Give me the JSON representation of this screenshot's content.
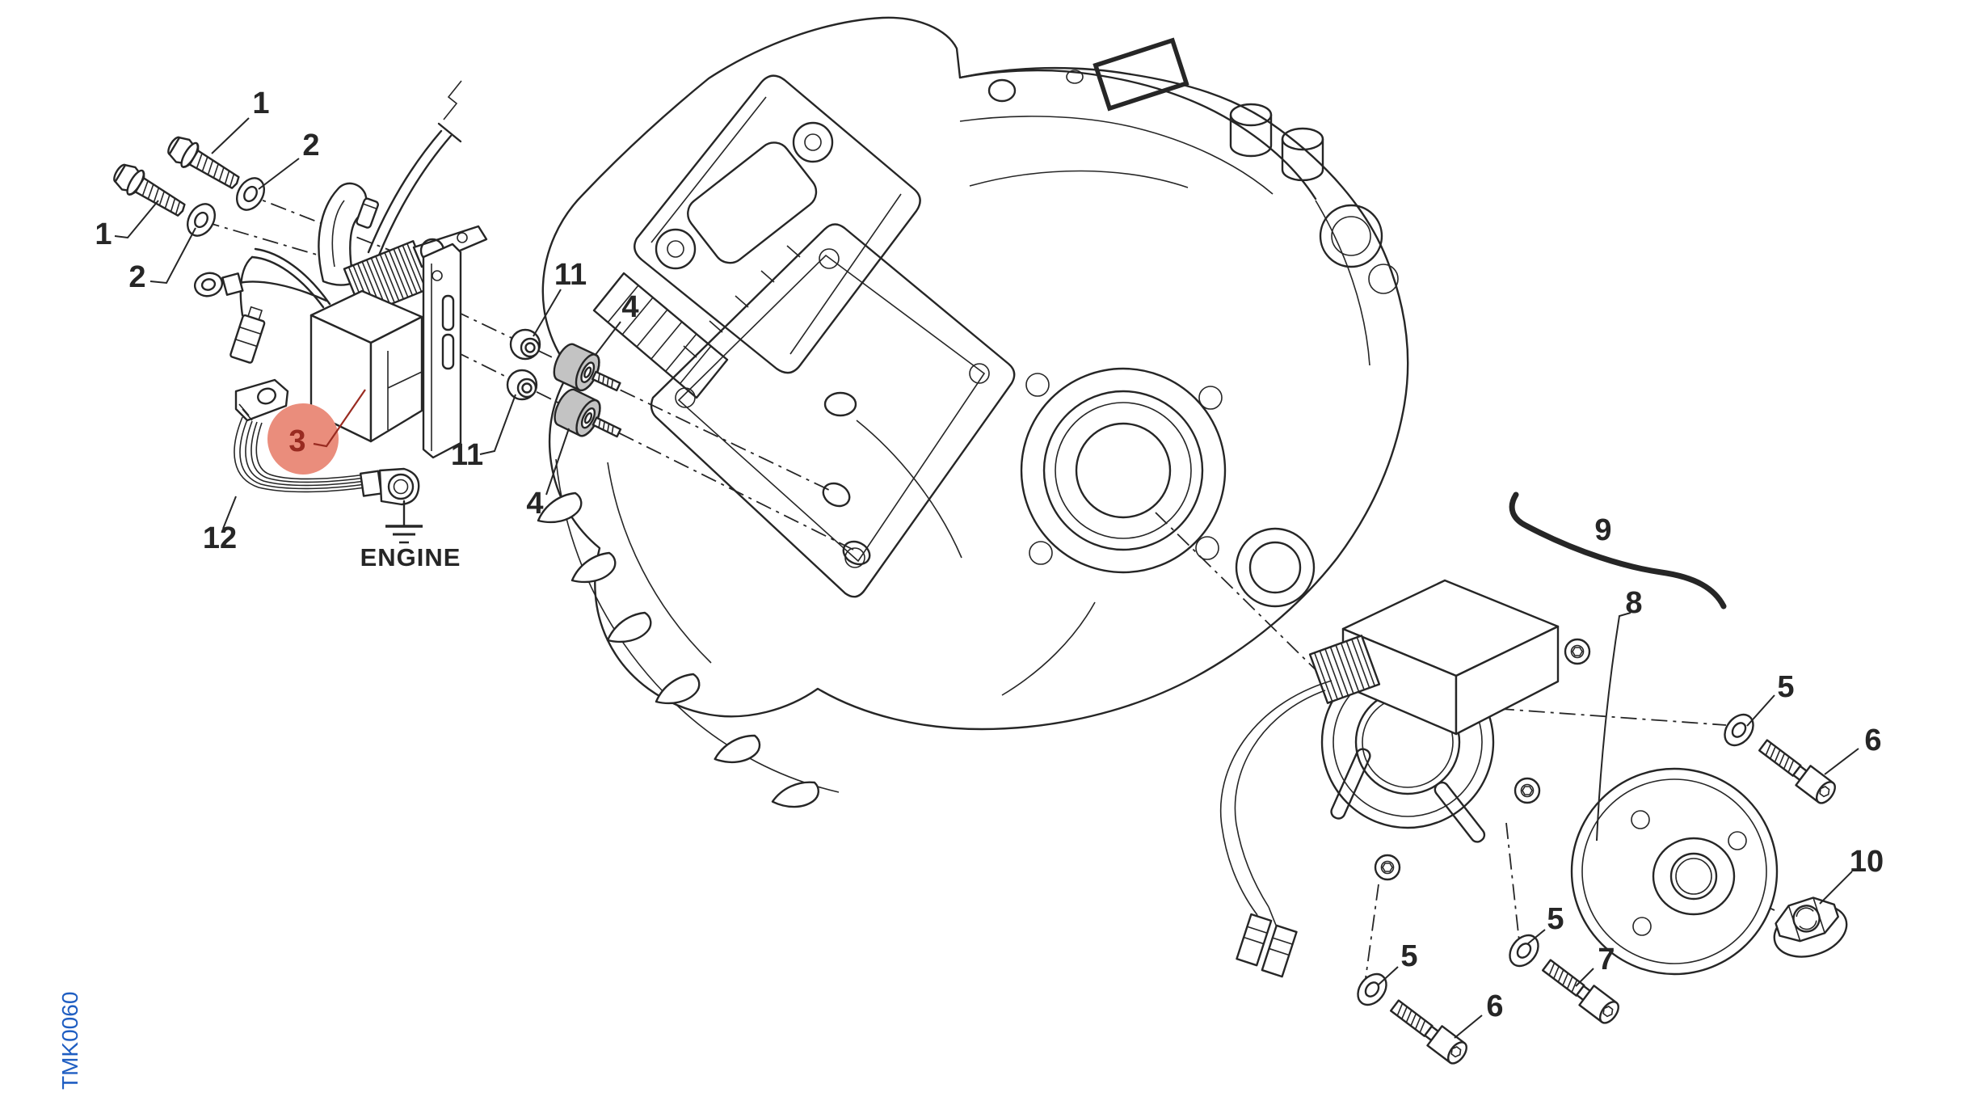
{
  "colors": {
    "bg": "#ffffff",
    "line": "#262626",
    "hl": "#EA8D7C",
    "hlnum": "#992B21",
    "gray": "#C3C3C3",
    "blue": "#1F5EC2"
  },
  "drawing_code": "TMK0060",
  "ground_label": "ENGINE",
  "highlighted_callout": "3",
  "callouts": [
    {
      "id": "1a",
      "label": "1"
    },
    {
      "id": "1b",
      "label": "1"
    },
    {
      "id": "2a",
      "label": "2"
    },
    {
      "id": "2b",
      "label": "2"
    },
    {
      "id": "3",
      "label": "3"
    },
    {
      "id": "4a",
      "label": "4"
    },
    {
      "id": "4b",
      "label": "4"
    },
    {
      "id": "5a",
      "label": "5"
    },
    {
      "id": "5b",
      "label": "5"
    },
    {
      "id": "5c",
      "label": "5"
    },
    {
      "id": "6a",
      "label": "6"
    },
    {
      "id": "6b",
      "label": "6"
    },
    {
      "id": "7",
      "label": "7"
    },
    {
      "id": "8",
      "label": "8"
    },
    {
      "id": "9",
      "label": "9"
    },
    {
      "id": "10",
      "label": "10"
    },
    {
      "id": "11a",
      "label": "11"
    },
    {
      "id": "11b",
      "label": "11"
    },
    {
      "id": "12",
      "label": "12"
    }
  ]
}
